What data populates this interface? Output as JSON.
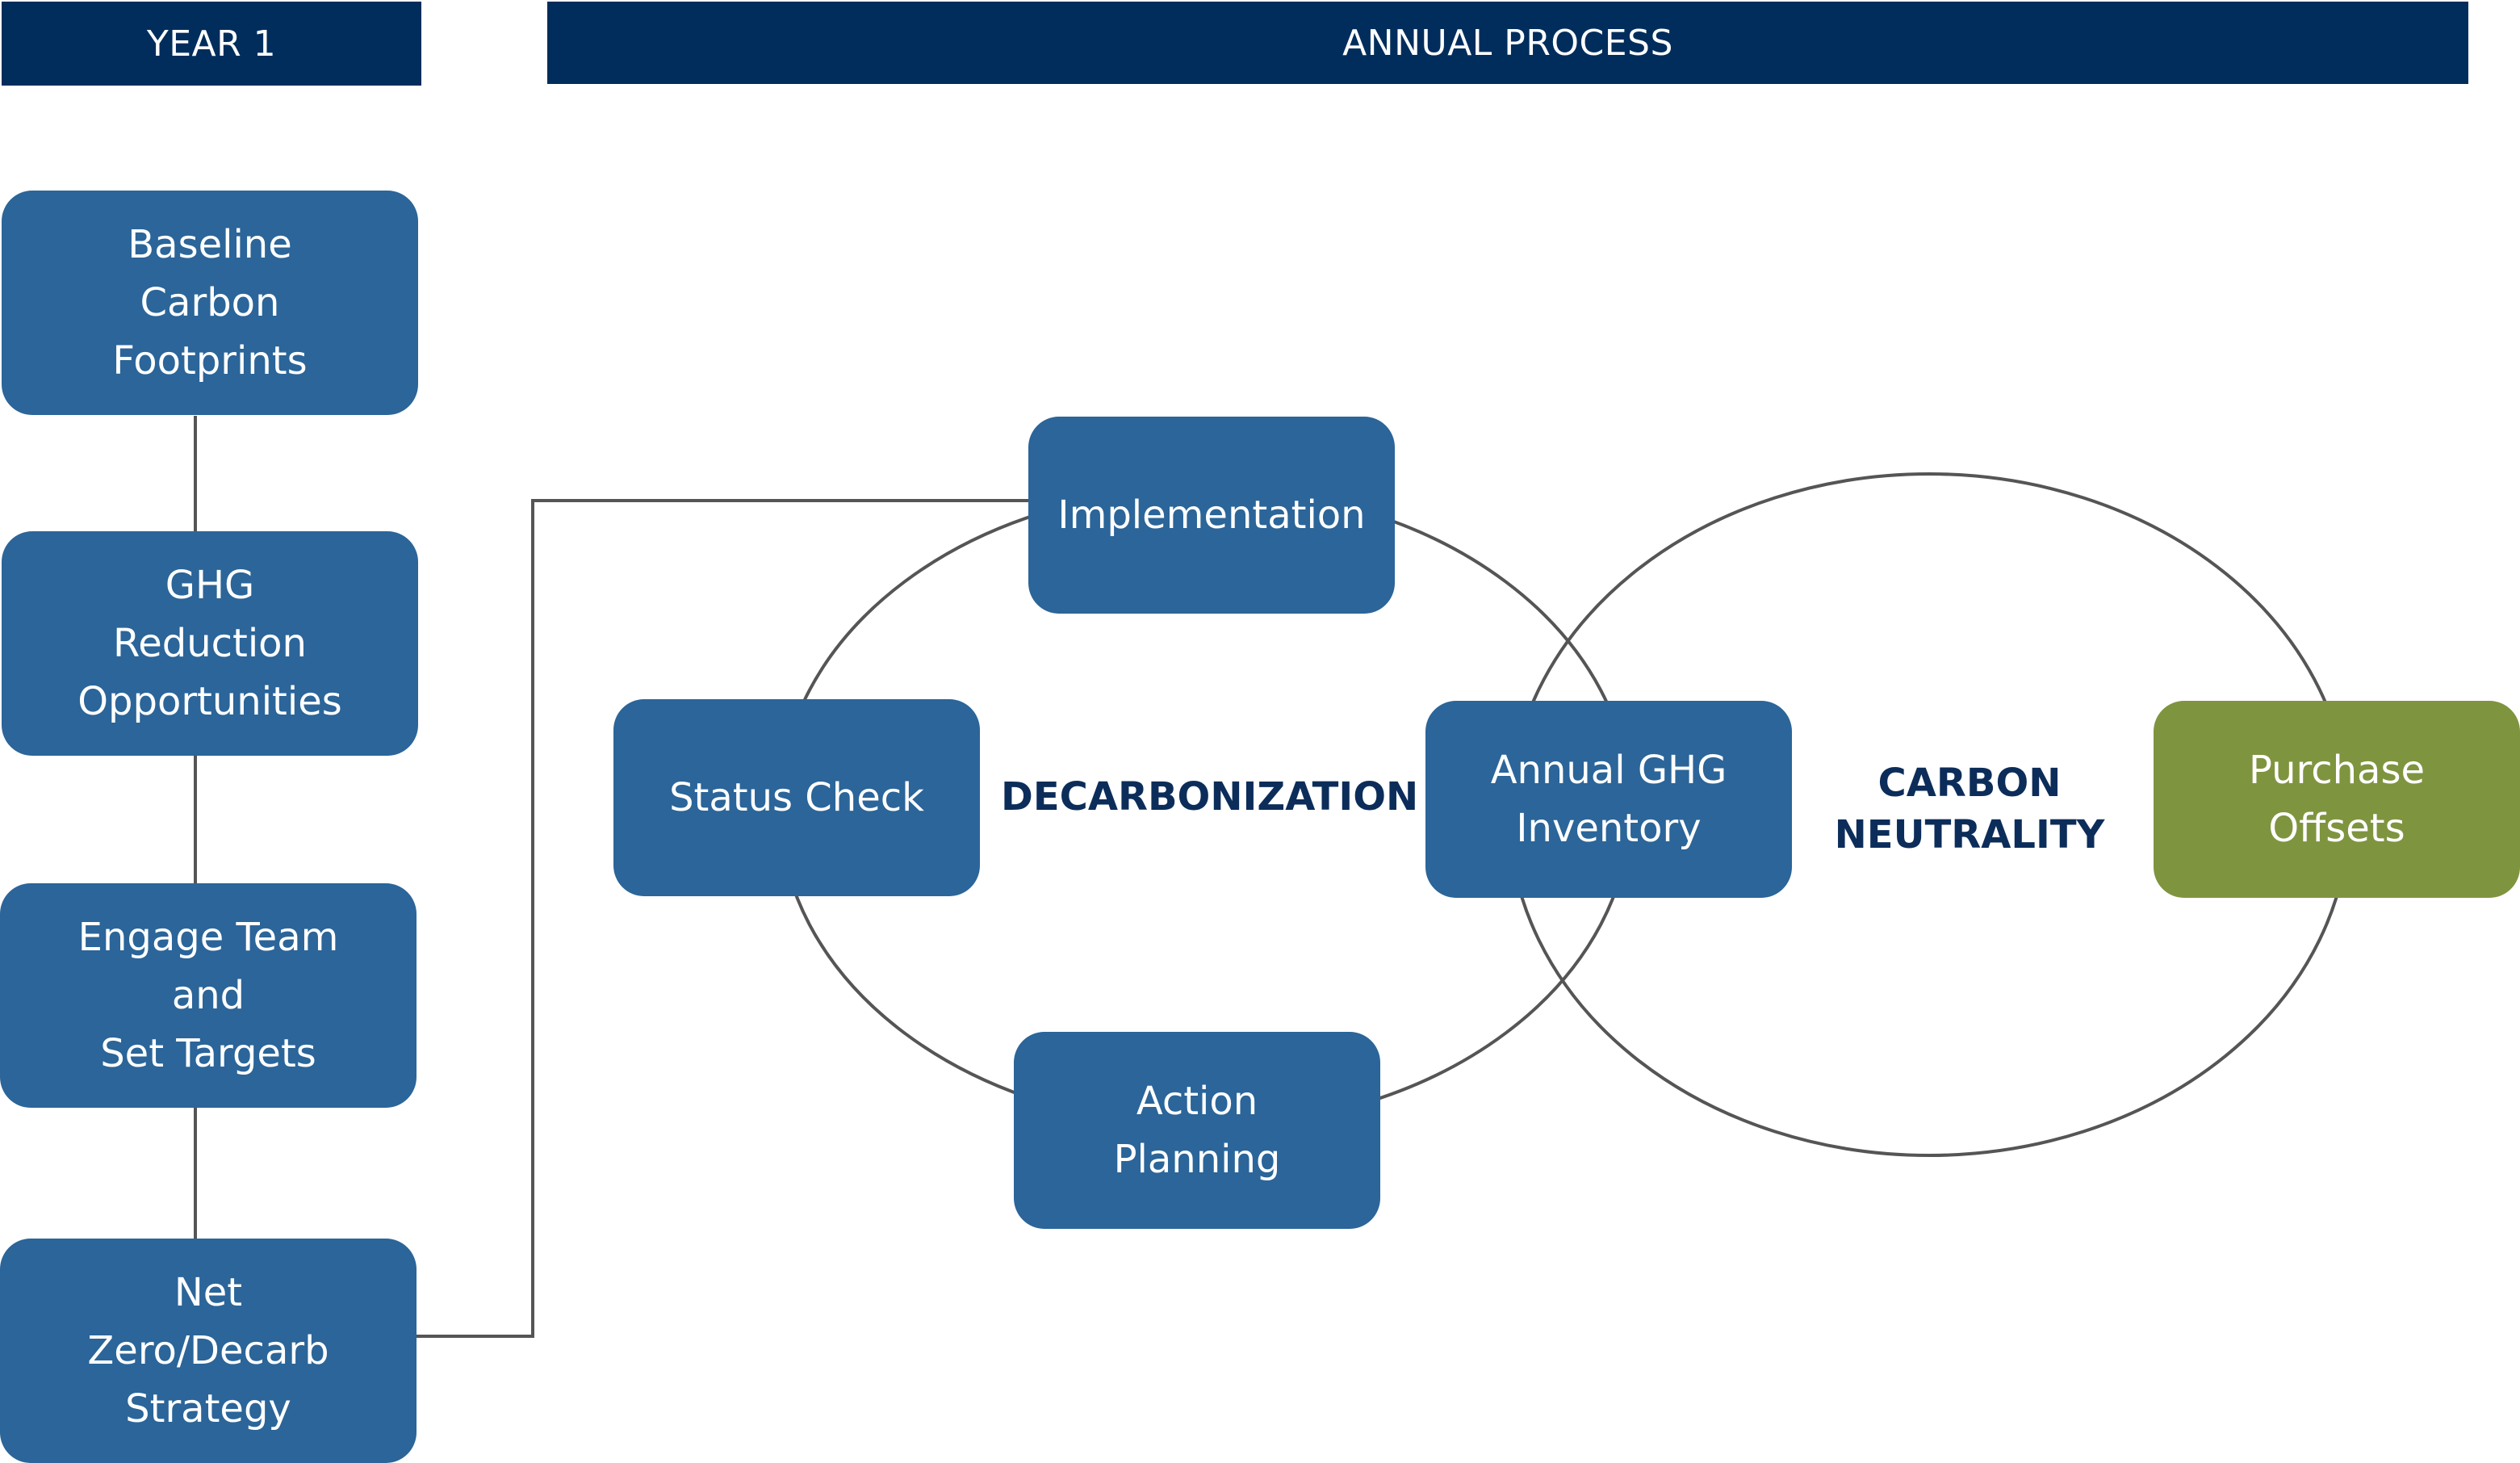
{
  "headers": {
    "year1": "YEAR 1",
    "annual": "ANNUAL PROCESS"
  },
  "year1_steps": [
    {
      "label": "Baseline\nCarbon\nFootprints"
    },
    {
      "label": "GHG\nReduction\nOpportunities"
    },
    {
      "label": "Engage Team\nand\nSet Targets"
    },
    {
      "label": "Net\nZero/Decarb\nStrategy"
    }
  ],
  "cycles": {
    "decarbonization": {
      "label": "DECARBONIZATION",
      "steps": {
        "implementation": "Implementation",
        "status_check": "Status Check",
        "action_planning": "Action\nPlanning"
      }
    },
    "shared_step": "Annual GHG\nInventory",
    "carbon_neutrality": {
      "label": "CARBON\nNEUTRALITY",
      "steps": {
        "purchase_offsets": "Purchase\nOffsets"
      }
    }
  },
  "colors": {
    "header": "#002d5c",
    "step_blue": "#2b6599",
    "step_green": "#7f943f",
    "phase_text": "#0c2d5a",
    "connector": "#555555"
  }
}
